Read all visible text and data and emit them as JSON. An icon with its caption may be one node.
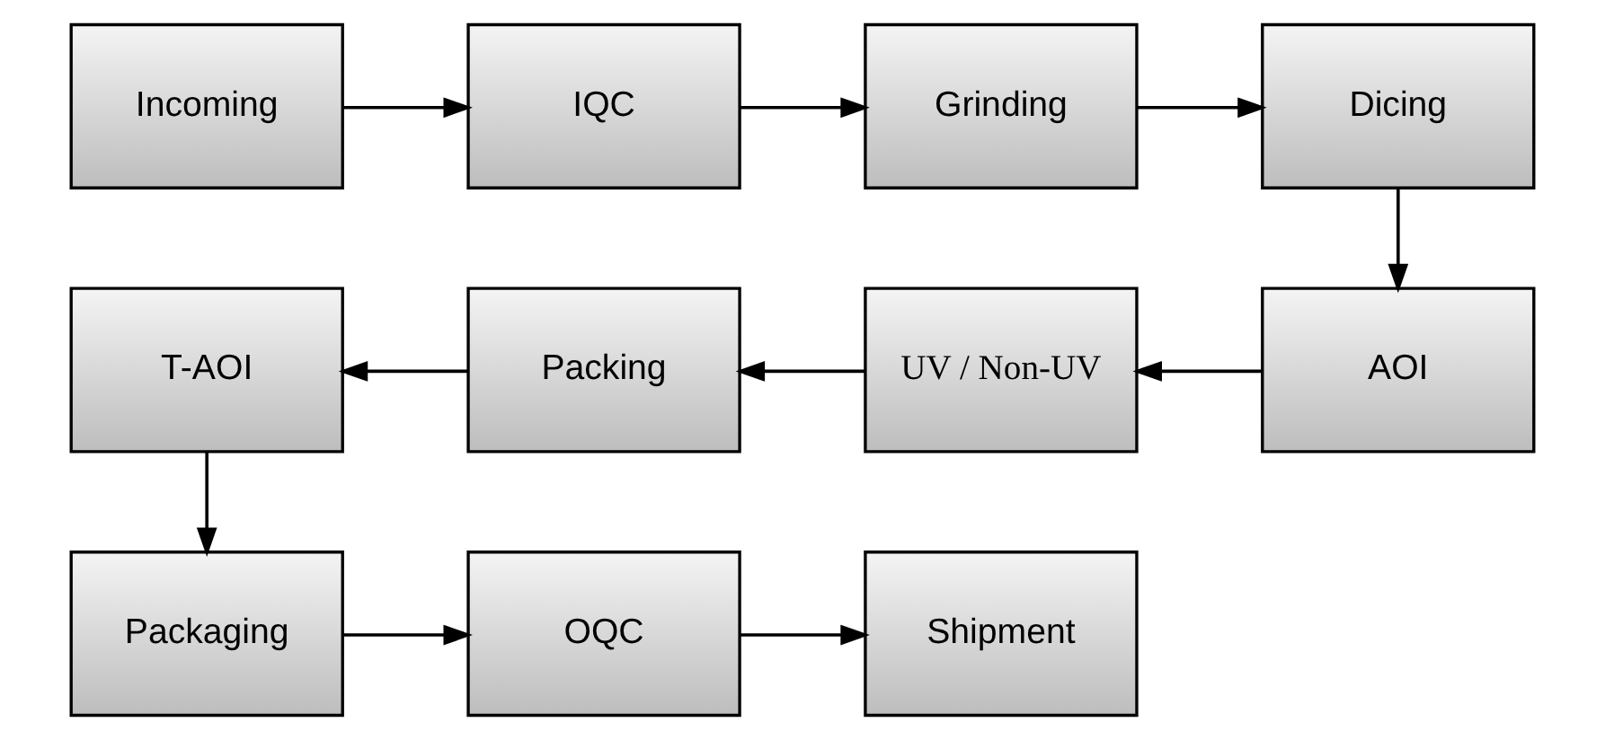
{
  "diagram": {
    "nodes": [
      {
        "text": [
          "Incoming"
        ]
      },
      {
        "text": [
          "IQC"
        ]
      },
      {
        "text": [
          "Grinding"
        ]
      },
      {
        "text": [
          "Dicing"
        ]
      },
      {
        "text": [
          "AOI"
        ]
      },
      {
        "text": [
          "UV / Non-UV"
        ]
      },
      {
        "text": [
          "Packing"
        ]
      },
      {
        "text": [
          "T-AOI"
        ]
      },
      {
        "text": [
          "Packaging"
        ]
      },
      {
        "text": [
          "OQC"
        ]
      },
      {
        "text": [
          "Shipment"
        ]
      }
    ],
    "edges": [
      {
        "from": 0,
        "to": 1,
        "arrow": "to"
      },
      {
        "from": 1,
        "to": 2,
        "arrow": "to"
      },
      {
        "from": 2,
        "to": 3,
        "arrow": "to"
      },
      {
        "from": 3,
        "to": 4,
        "arrow": "to"
      },
      {
        "from": 4,
        "to": 5,
        "arrow": "to"
      },
      {
        "from": 5,
        "to": 6,
        "arrow": "to"
      },
      {
        "from": 6,
        "to": 7,
        "arrow": "to"
      },
      {
        "from": 7,
        "to": 8,
        "arrow": "to"
      },
      {
        "from": 8,
        "to": 9,
        "arrow": "to"
      },
      {
        "from": 9,
        "to": 10,
        "arrow": "to"
      }
    ]
  }
}
